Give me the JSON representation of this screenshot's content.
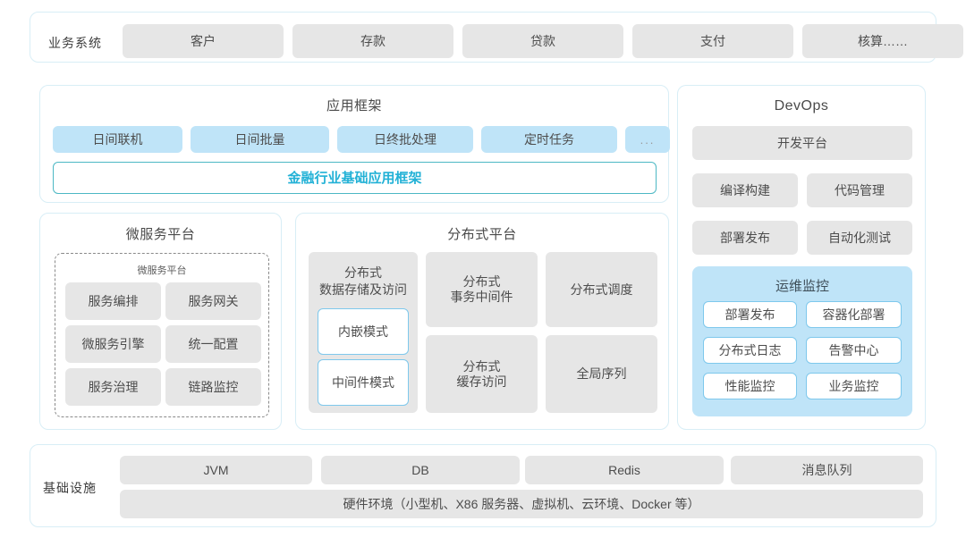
{
  "business_system": {
    "label": "业务系统",
    "items": [
      "客户",
      "存款",
      "贷款",
      "支付",
      "核算……"
    ]
  },
  "app_framework": {
    "title": "应用框架",
    "items": [
      "日间联机",
      "日间批量",
      "日终批处理",
      "定时任务",
      "..."
    ],
    "foundation": "金融行业基础应用框架"
  },
  "microservice_platform": {
    "title": "微服务平台",
    "inner_title": "微服务平台",
    "items": [
      "服务编排",
      "服务网关",
      "微服务引擎",
      "统一配置",
      "服务治理",
      "链路监控"
    ]
  },
  "distributed_platform": {
    "title": "分布式平台",
    "storage": {
      "title": "分布式\n数据存储及访问",
      "modes": [
        "内嵌模式",
        "中间件模式"
      ]
    },
    "items": [
      "分布式\n事务中间件",
      "分布式调度",
      "分布式\n缓存访问",
      "全局序列"
    ]
  },
  "devops": {
    "title": "DevOps",
    "platform": "开发平台",
    "items": [
      "编译构建",
      "代码管理",
      "部署发布",
      "自动化测试"
    ],
    "monitoring": {
      "title": "运维监控",
      "items": [
        "部署发布",
        "容器化部署",
        "分布式日志",
        "告警中心",
        "性能监控",
        "业务监控"
      ]
    }
  },
  "infrastructure": {
    "label": "基础设施",
    "items": [
      "JVM",
      "DB",
      "Redis",
      "消息队列"
    ],
    "hardware": "硬件环境（小型机、X86 服务器、虚拟机、云环境、Docker 等）"
  },
  "colors": {
    "card_border": "#d8eef6",
    "pill_gray": "#e6e6e6",
    "pill_blue": "#bfe4f8",
    "accent_teal": "#22b1d6",
    "monitor_bg": "#bfe4f8",
    "outline_blue": "#7ec8ec"
  }
}
